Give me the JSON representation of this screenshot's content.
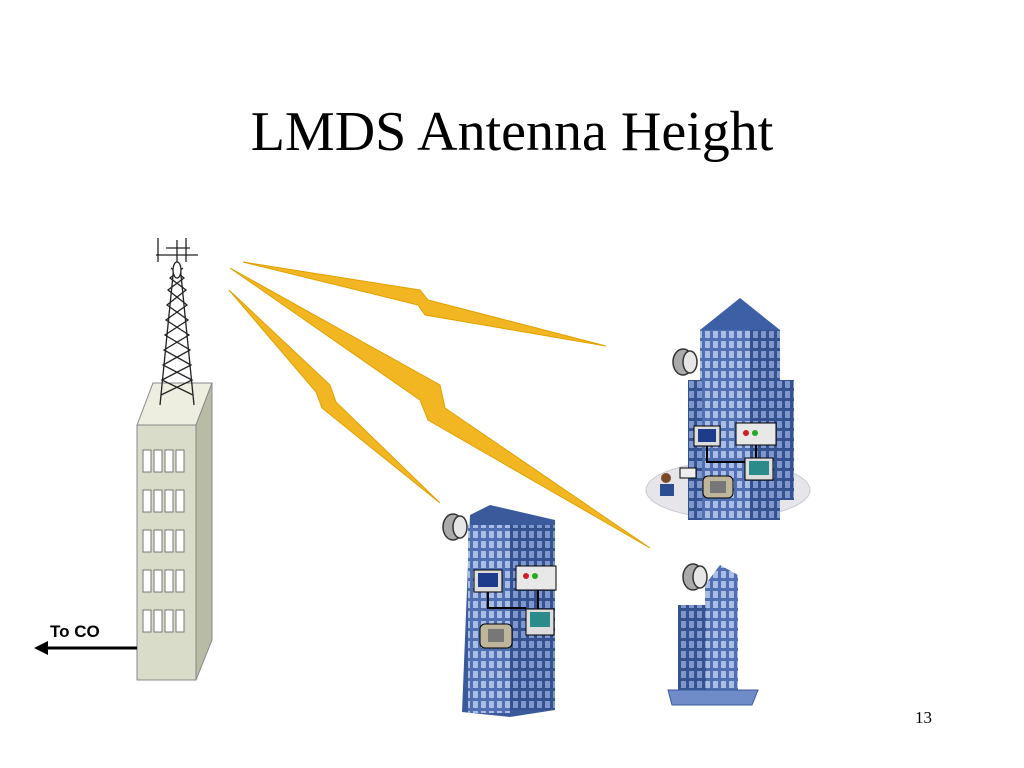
{
  "slide": {
    "title": "LMDS Antenna Height",
    "to_co_label": "To CO",
    "page_number": "13"
  },
  "colors": {
    "beam": "#f2b622",
    "beam_edge": "#e0a100",
    "building_blue": "#5a78b8",
    "building_dark": "#2f4c8c",
    "hub_building": "#d8dcc8",
    "tower": "#222222"
  }
}
